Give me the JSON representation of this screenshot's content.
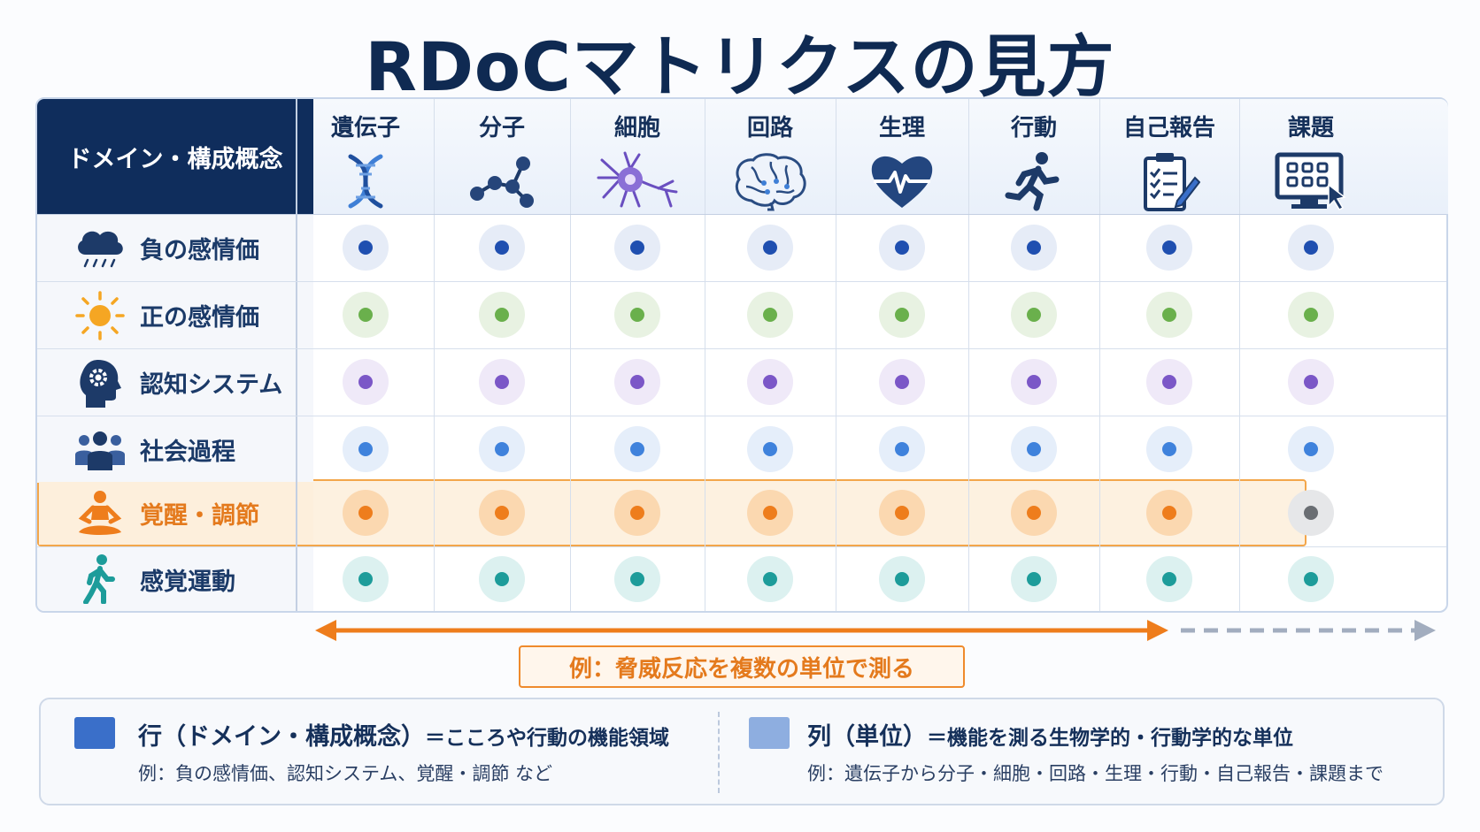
{
  "title": "RDoCマトリクスの見方",
  "matrix": {
    "corner_label": "ドメイン・構成概念",
    "columns": [
      {
        "label": "遺伝子",
        "icon": "dna-icon"
      },
      {
        "label": "分子",
        "icon": "molecule-icon"
      },
      {
        "label": "細胞",
        "icon": "neuron-icon"
      },
      {
        "label": "回路",
        "icon": "brain-icon"
      },
      {
        "label": "生理",
        "icon": "heart-pulse-icon"
      },
      {
        "label": "行動",
        "icon": "running-person-icon"
      },
      {
        "label": "自己報告",
        "icon": "clipboard-checklist-icon"
      },
      {
        "label": "課題",
        "icon": "computer-task-icon"
      }
    ],
    "rows": [
      {
        "label": "負の感情価",
        "icon": "rain-cloud-icon",
        "dot_color": "#1f4fb0",
        "halo_color": "#e6ecf7"
      },
      {
        "label": "正の感情価",
        "icon": "sun-icon",
        "dot_color": "#6ab04c",
        "halo_color": "#e8f2e2"
      },
      {
        "label": "認知システム",
        "icon": "head-gear-icon",
        "dot_color": "#7b57c7",
        "halo_color": "#efe9f8"
      },
      {
        "label": "社会過程",
        "icon": "people-group-icon",
        "dot_color": "#3f82dc",
        "halo_color": "#e5eefa"
      },
      {
        "label": "覚醒・調節",
        "icon": "meditation-icon",
        "dot_color": "#ee7d1c",
        "halo_color": "#fbd8b0",
        "highlighted": true,
        "last_dot_color": "#6a6e73",
        "last_halo_color": "#e6e7e9"
      },
      {
        "label": "感覚運動",
        "icon": "walking-person-icon",
        "dot_color": "#1d9c9a",
        "halo_color": "#dcf1f0"
      }
    ]
  },
  "example_label": "例：脅威反応を複数の単位で測る",
  "legend": {
    "rows_title": "行（ドメイン・構成概念）",
    "rows_desc": "＝こころや行動の機能領域",
    "rows_example": "例：負の感情価、認知システム、覚醒・調節 など",
    "cols_title": "列（単位）",
    "cols_desc": "＝機能を測る生物学的・行動学的な単位",
    "cols_example": "例：遺伝子から分子・細胞・回路・生理・行動・自己報告・課題まで",
    "rows_color": "#3a6fc9",
    "cols_color": "#8eaee0"
  },
  "colors": {
    "navy": "#0f2d5c",
    "orange": "#ee7d1c",
    "gray_arrow": "#a2adbf"
  }
}
